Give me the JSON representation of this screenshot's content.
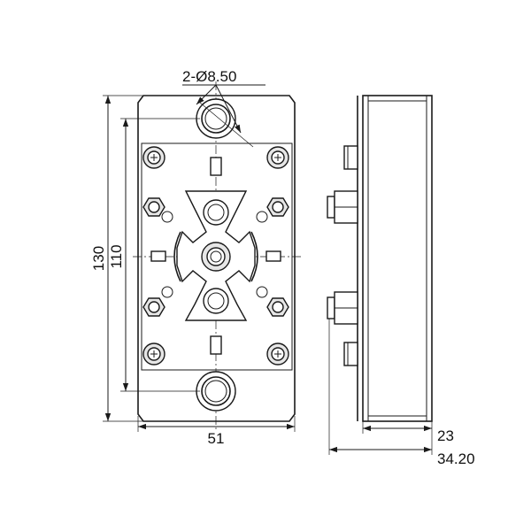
{
  "drawing": {
    "hole_callout": "2-Ø8.50",
    "overall_height": "130",
    "hole_spacing": "110",
    "width": "51",
    "body_depth": "23",
    "total_depth": "34.20"
  }
}
